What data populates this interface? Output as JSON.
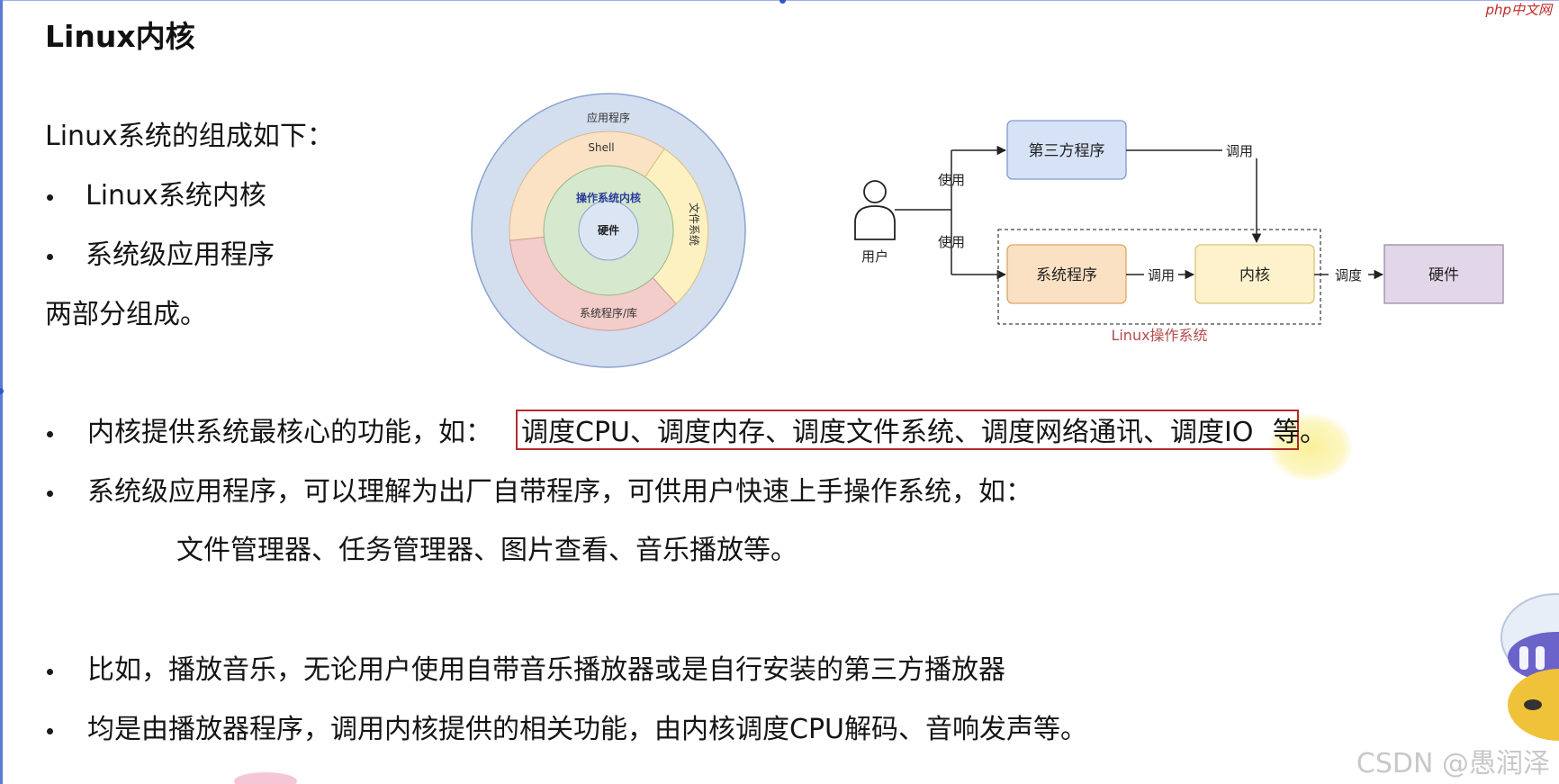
{
  "title": "Linux内核",
  "watermark": {
    "site": "php中文网",
    "author": "CSDN @愚润泽"
  },
  "intro": {
    "lead": "Linux系统的组成如下：",
    "items": [
      "Linux系统内核",
      "系统级应用程序"
    ],
    "tail": "两部分组成。"
  },
  "ring_diagram": {
    "outer": "应用程序",
    "shell": "Shell",
    "file_system": "文件系统",
    "kernel": "操作系统内核",
    "hardware": "硬件",
    "libs": "系统程序/库"
  },
  "flow_diagram": {
    "user": "用户",
    "use_top": "使用",
    "use_bottom": "使用",
    "third_party": "第三方程序",
    "call_top": "调用",
    "system_program": "系统程序",
    "call_mid": "调用",
    "kernel": "内核",
    "schedule": "调度",
    "hardware": "硬件",
    "group_label": "Linux操作系统"
  },
  "points": {
    "kernel_func": {
      "prefix": "内核提供系统最核心的功能，如：",
      "highlighted": "调度CPU、调度内存、调度文件系统、调度网络通讯、调度IO",
      "suffix": "等。"
    },
    "apps": "系统级应用程序，可以理解为出厂自带程序，可供用户快速上手操作系统，如：",
    "apps_examples": "文件管理器、任务管理器、图片查看、音乐播放等。",
    "example_1": "比如，播放音乐，无论用户使用自带音乐播放器或是自行安装的第三方播放器",
    "example_2": "均是由播放器程序，调用内核提供的相关功能，由内核调度CPU解码、音响发声等。"
  },
  "colors": {
    "ring_outer": "#d3deef",
    "ring_shell": "#fbe2c5",
    "ring_fs": "#fdf1c2",
    "ring_libs": "#f2cdc9",
    "ring_kernel": "#d6e8cd",
    "ring_hw": "#dbe5f4",
    "third_party_box": "#d6e3f6",
    "system_box": "#fbe1c3",
    "kernel_box": "#fdf2cb",
    "hardware_box": "#e2d7e8",
    "highlight_border": "#b62a2a",
    "group_label": "#b44a4a"
  }
}
